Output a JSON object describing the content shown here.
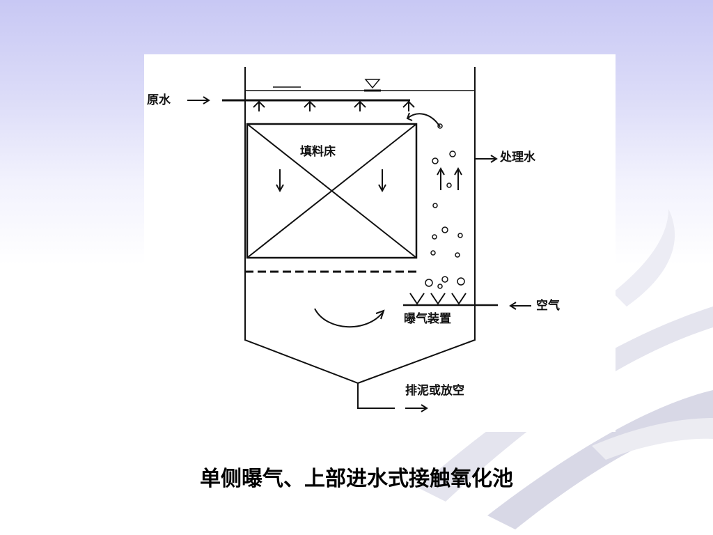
{
  "slide": {
    "caption": "单侧曝气、上部进水式接触氧化池"
  },
  "diagram": {
    "labels": {
      "raw_water": "原水",
      "filler_bed": "填料床",
      "treated_water": "处理水",
      "air": "空气",
      "aeration_device": "曝气装置",
      "sludge_drain": "排泥或放空"
    }
  },
  "colors": {
    "line": "#111111",
    "background_top": "#c8c8f4",
    "swoosh": "#e6e6f0"
  }
}
